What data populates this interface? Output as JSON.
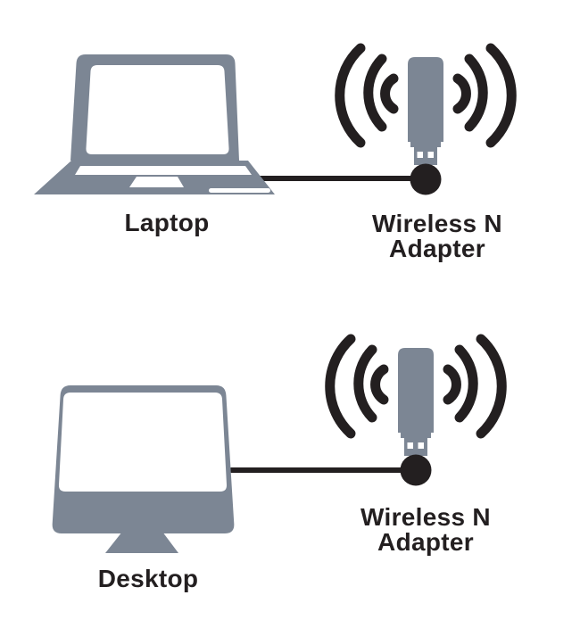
{
  "page": {
    "background_color": "#ffffff"
  },
  "palette": {
    "device_gray": "#7C8694",
    "ink_black": "#231F20",
    "screen_white": "#ffffff"
  },
  "diagram": {
    "top_row": {
      "device_label": "Laptop",
      "adapter_label_line1": "Wireless N",
      "adapter_label_line2": "Adapter"
    },
    "bottom_row": {
      "device_label": "Desktop",
      "adapter_label_line1": "Wireless N",
      "adapter_label_line2": "Adapter"
    }
  }
}
